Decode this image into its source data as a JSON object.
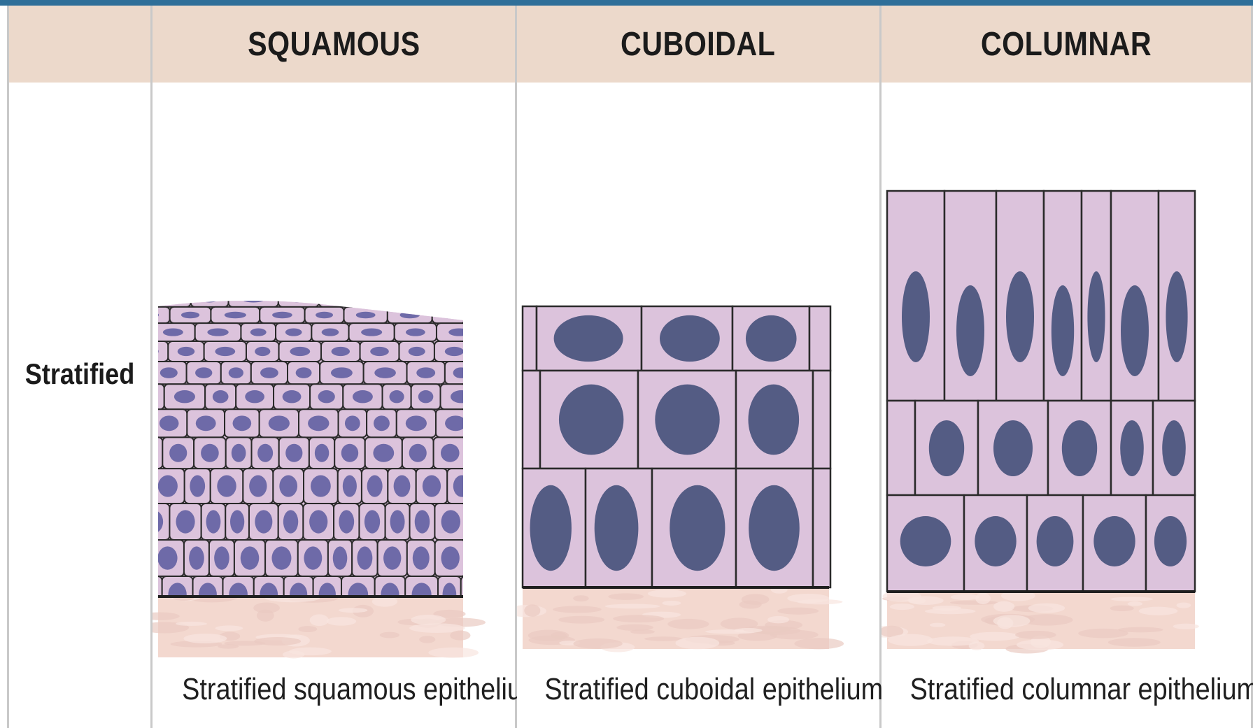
{
  "columns": [
    "SQUAMOUS",
    "CUBOIDAL",
    "COLUMNAR"
  ],
  "row_label": "Stratified",
  "panels": [
    {
      "caption": "Stratified squamous epithelium",
      "illustration": "stratified-squamous-tissue"
    },
    {
      "caption": "Stratified cuboidal epithelium",
      "illustration": "stratified-cuboidal-tissue"
    },
    {
      "caption": "Stratified columnar epithelium",
      "illustration": "stratified-columnar-tissue"
    }
  ],
  "colors": {
    "header_bg": "#ecd9cb",
    "top_bar": "#2f6f99",
    "cell_fill": "#dcc3dc",
    "nucleus_squamous": "#6e6aa8",
    "nucleus_dark": "#545c84",
    "connective_tissue": "#f3d8cf"
  }
}
